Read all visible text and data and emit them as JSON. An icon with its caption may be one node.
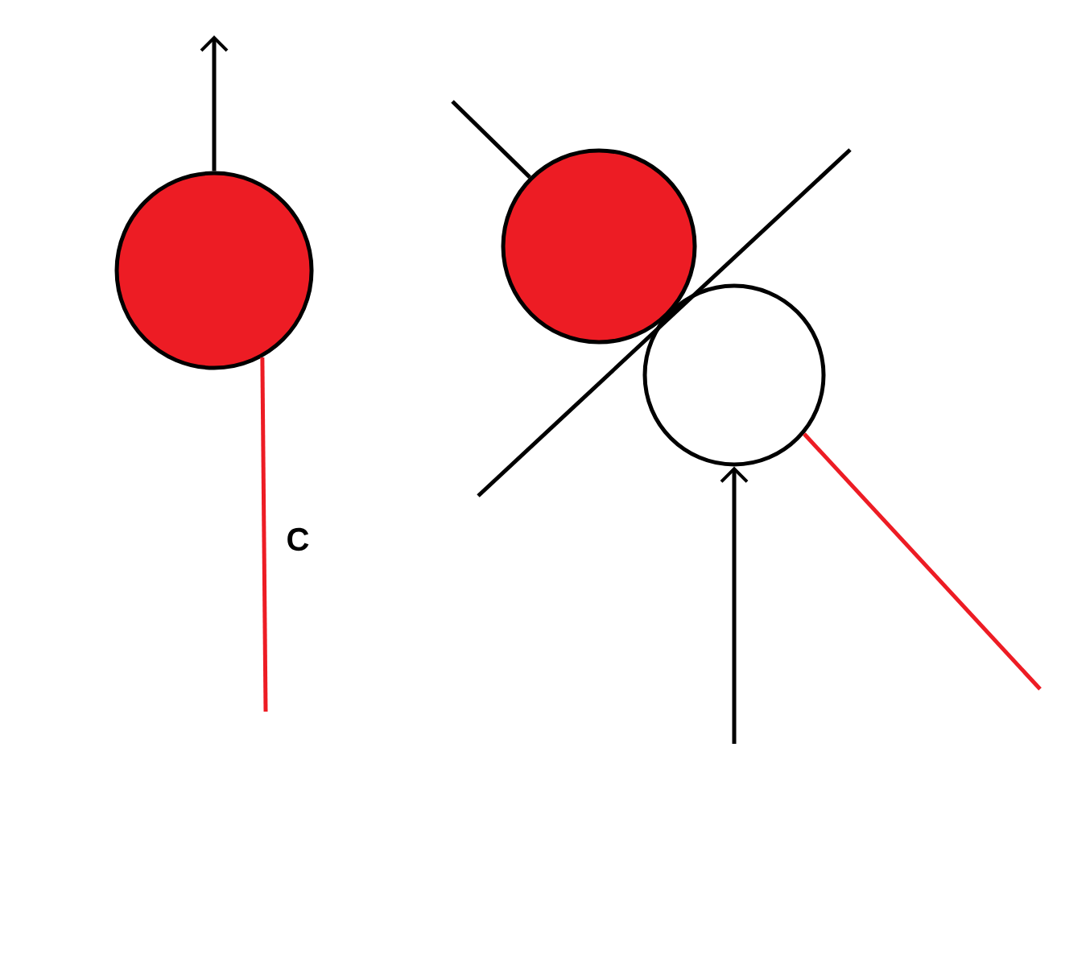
{
  "diagram": {
    "nodes": [
      {
        "text": [],
        "shape": "circle"
      },
      {
        "text": [],
        "shape": "circle"
      },
      {
        "text": [],
        "shape": "circle"
      }
    ],
    "edges": [
      {
        "from": 0,
        "to": null,
        "arrow": "to"
      },
      {
        "from": 0,
        "to": null,
        "arrow": "none",
        "label": "C",
        "color": "#ed1c24"
      },
      {
        "from": null,
        "to": 1,
        "arrow": "none"
      },
      {
        "from": null,
        "to": 2,
        "arrow": "to"
      },
      {
        "from": 2,
        "to": null,
        "arrow": "none",
        "color": "#ed1c24"
      }
    ]
  }
}
